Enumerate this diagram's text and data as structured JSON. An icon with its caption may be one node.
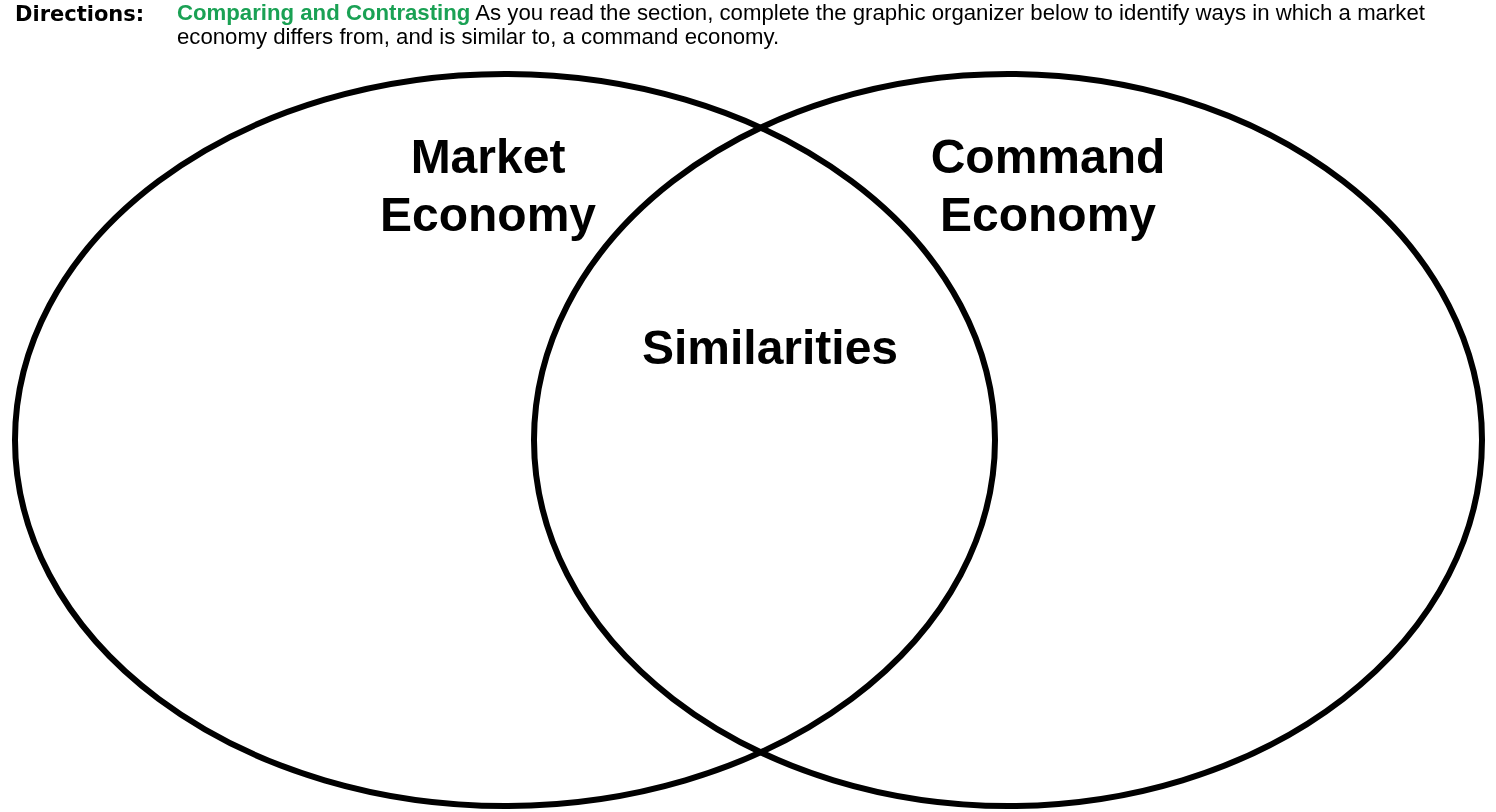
{
  "diagram": {
    "title": "Directions:",
    "nodes": [
      {
        "text": [
          "Market Economy"
        ]
      },
      {
        "text": [
          "Command Economy"
        ]
      }
    ],
    "labels": [
      "**Comparing and Contrasting** As you read the section, complete the graphic organizer below to identify ways in which a market economy differs from, and is similar to, a command economy.",
      "Similarities"
    ]
  }
}
